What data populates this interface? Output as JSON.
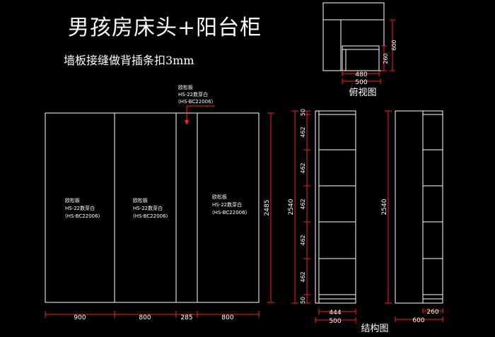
{
  "title": "男孩房床头+阳台柜",
  "subtitle": "墙板接缝做背插条扣3mm",
  "colors": {
    "background": "#000000",
    "line": "#ffffff",
    "dimension": "#ff2020",
    "leader": "#ff2020"
  },
  "panel_label": {
    "name": "欧松板",
    "code": "HS-22数芽白",
    "ref": "(HS-BC22006)"
  },
  "front_elevation": {
    "widths": [
      "900",
      "800",
      "285",
      "800"
    ],
    "height": "2485"
  },
  "section_view": {
    "label": "结构图",
    "height": "2540",
    "segments": [
      "50",
      "462",
      "462",
      "462",
      "462",
      "462",
      "50"
    ],
    "inner_width": "444",
    "outer_width": "500"
  },
  "side_view": {
    "height": "2540",
    "inner_width": "260",
    "outer_width": "600"
  },
  "top_view": {
    "label": "俯视图",
    "inner_width": "480",
    "outer_width": "500",
    "depth_inner": "260",
    "depth_outer": "600"
  }
}
